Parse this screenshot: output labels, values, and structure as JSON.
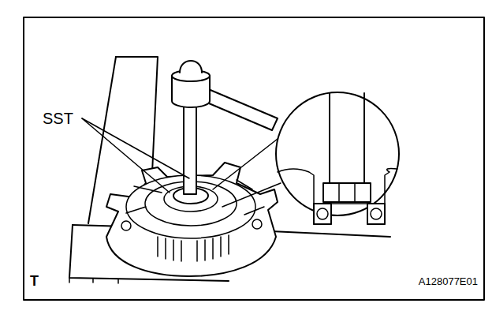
{
  "diagram": {
    "labels": [
      "SST",
      "T",
      "A128077E01"
    ]
  }
}
